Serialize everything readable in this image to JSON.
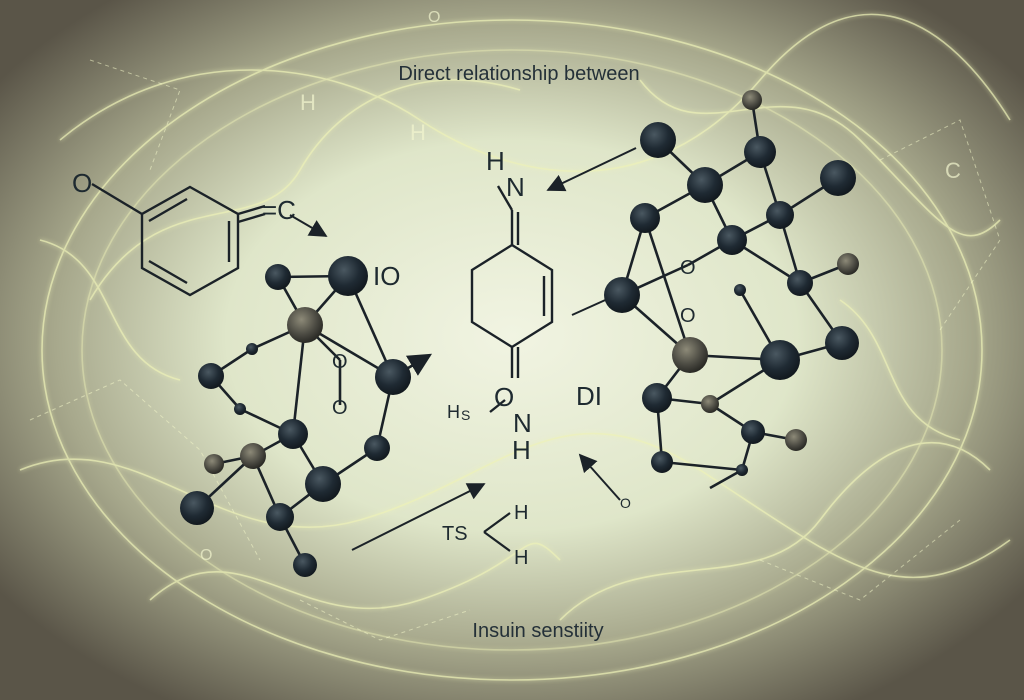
{
  "title": "Direct relationship between",
  "subtitle": "Insuin senstiity",
  "colors": {
    "atom": "#1f2a33",
    "atom_highlight": "#5d6b73",
    "bond": "#1b2228",
    "background_center": "#eef2dc",
    "background_edge": "#5e5a4e",
    "glow_lines": "#e8ecb0"
  },
  "labels": {
    "left_o": "O",
    "left_c": "=C",
    "left_io": "IO",
    "left_o_ring1": "O",
    "left_o_ring2": "O",
    "center_h_top": "H",
    "center_n_top": "N",
    "center_h_small": "H",
    "center_s_small": "S",
    "center_o": "O",
    "center_n": "N",
    "center_h": "H",
    "center_ts": "TS",
    "center_ts_h1": "H",
    "center_ts_h2": "H",
    "right_di": "DI",
    "right_o1": "O",
    "right_o2": "O",
    "right_o_bottom": "O",
    "bg_h1": "H",
    "bg_h2": "H",
    "bg_c": "C",
    "bg_o1": "O",
    "bg_o2": "O"
  }
}
